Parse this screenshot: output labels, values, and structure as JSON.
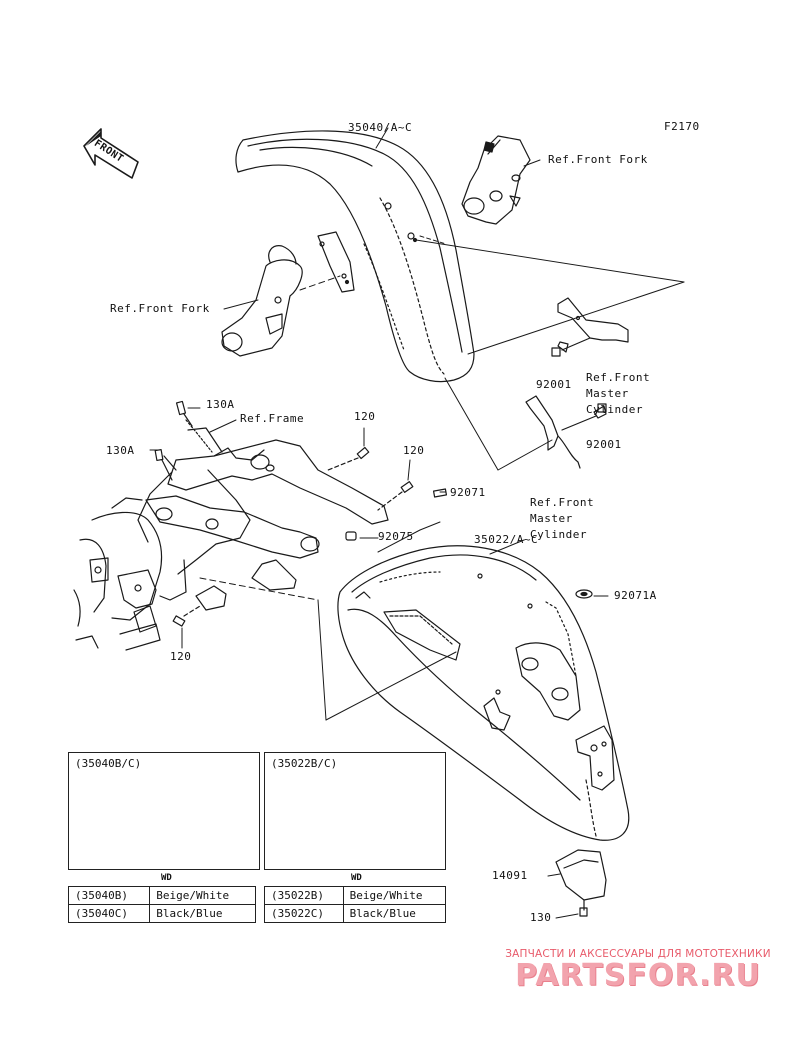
{
  "diagram_code": "F2170",
  "front_arrow_text": "FRONT",
  "labels": {
    "p35040": "35040/A~C",
    "ref_front_fork_right": "Ref.Front Fork",
    "ref_front_fork_left": "Ref.Front Fork",
    "p92001_a": "92001",
    "ref_master_cyl_a": "Ref.Front\nMaster\nCylinder",
    "p130a_top": "130A",
    "ref_frame": "Ref.Frame",
    "p120_a": "120",
    "p130a_left": "130A",
    "p120_b": "120",
    "p92001_b": "92001",
    "p92071": "92071",
    "ref_master_cyl_b": "Ref.Front\nMaster\nCylinder",
    "p92075": "92075",
    "p35022": "35022/A~C",
    "p92071a": "92071A",
    "p120_c": "120",
    "p14091": "14091",
    "p130": "130"
  },
  "variant_boxes": [
    {
      "title": "(35040B/C)",
      "wd": "WD",
      "rows": [
        {
          "code": "(35040B)",
          "color": "Beige/White"
        },
        {
          "code": "(35040C)",
          "color": "Black/Blue"
        }
      ]
    },
    {
      "title": "(35022B/C)",
      "wd": "WD",
      "rows": [
        {
          "code": "(35022B)",
          "color": "Beige/White"
        },
        {
          "code": "(35022C)",
          "color": "Black/Blue"
        }
      ]
    }
  ],
  "watermark": {
    "tagline": "ЗАПЧАСТИ И АКСЕССУАРЫ ДЛЯ МОТОТЕХНИКИ",
    "logo": "PARTSFOR.RU"
  },
  "colors": {
    "line": "#1a1a1a",
    "watermark_text": "#e85a6a",
    "watermark_logo": "#f2a3ad"
  }
}
